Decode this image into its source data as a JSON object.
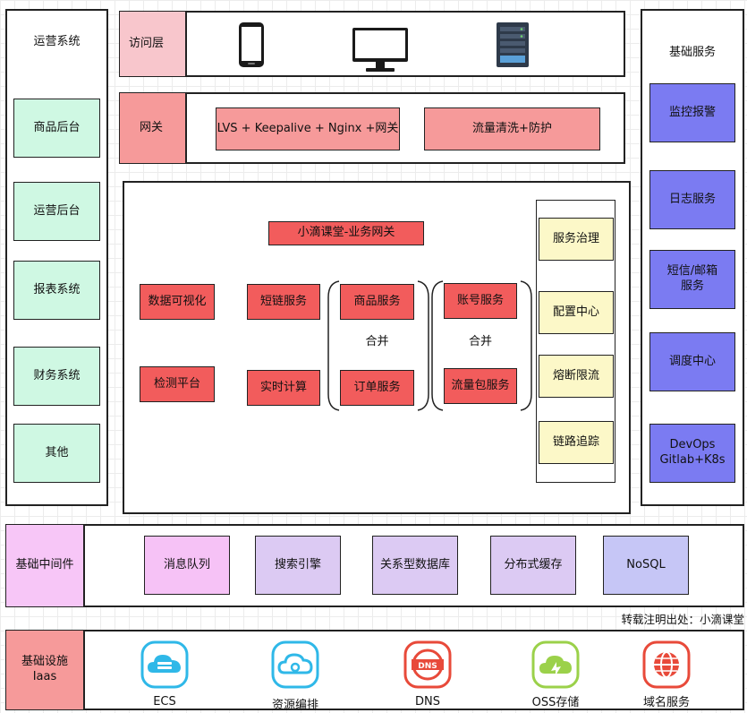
{
  "ops_system": {
    "title": "运营系统",
    "items": [
      "商品后台",
      "运营后台",
      "报表系统",
      "财务系统",
      "其他"
    ]
  },
  "access_layer": {
    "label": "访问层"
  },
  "gateway": {
    "label": "网关",
    "items": [
      "LVS + Keepalive + Nginx +网关",
      "流量清洗+防护"
    ]
  },
  "biz": {
    "gateway": "小滴课堂-业务网关",
    "left": [
      "数据可视化",
      "检测平台"
    ],
    "short_link": "短链服务",
    "realtime": "实时计算",
    "product": "商品服务",
    "order": "订单服务",
    "account": "账号服务",
    "traffic": "流量包服务",
    "merge1": "合并",
    "merge2": "合并",
    "governance": [
      "服务治理",
      "配置中心",
      "熔断限流",
      "链路追踪"
    ]
  },
  "base_services": {
    "title": "基础服务",
    "items": [
      "监控报警",
      "日志服务",
      "短信/邮箱\n服务",
      "调度中心",
      "DevOps\nGitlab+K8s"
    ]
  },
  "middleware": {
    "label": "基础中间件",
    "items": [
      "消息队列",
      "搜索引擎",
      "关系型数据库",
      "分布式缓存",
      "NoSQL"
    ]
  },
  "credit": "转载注明出处：小滴课堂",
  "infra": {
    "label": "基础设施\nIaas",
    "items": [
      {
        "label": "ECS",
        "icon": "ecs-icon",
        "color": "#2fb8e8"
      },
      {
        "label": "资源编排",
        "icon": "orchestration-icon",
        "color": "#2fb8e8"
      },
      {
        "label": "DNS",
        "icon": "dns-icon",
        "color": "#e84a3a"
      },
      {
        "label": "OSS存储",
        "icon": "oss-icon",
        "color": "#9bd14a"
      },
      {
        "label": "域名服务",
        "icon": "domain-icon",
        "color": "#e84a3a"
      }
    ]
  }
}
